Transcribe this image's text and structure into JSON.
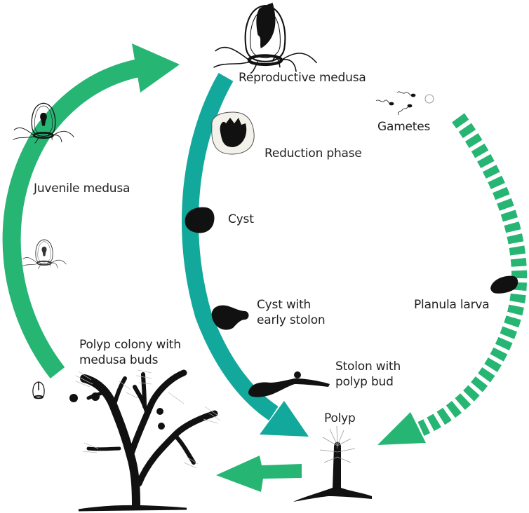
{
  "title": "Life cycle with reverse development (medusa to polyp)",
  "colors": {
    "green": "#27b574",
    "teal": "#12a89b",
    "ink": "#111111",
    "text": "#231f20"
  },
  "stages": {
    "reproductive_medusa": "Reproductive medusa",
    "gametes": "Gametes",
    "reduction_phase": "Reduction phase",
    "cyst": "Cyst",
    "cyst_early_stolon": [
      "Cyst with",
      "early stolon"
    ],
    "stolon_polyp_bud": [
      "Stolon with",
      "polyp bud"
    ],
    "polyp": "Polyp",
    "planula_larva": "Planula larva",
    "polyp_colony": [
      "Polyp colony with",
      "medusa buds"
    ],
    "juvenile_medusa": "Juvenile medusa"
  },
  "arrows": [
    {
      "name": "sexual-cycle",
      "from": "Reproductive medusa",
      "to": "Polyp",
      "via": "Gametes / Planula larva",
      "style": "dashed",
      "color": "green"
    },
    {
      "name": "reverse-development",
      "from": "Reproductive medusa",
      "to": "Polyp",
      "via": "Reduction phase / Cyst / Stolon",
      "style": "solid",
      "color": "teal"
    },
    {
      "name": "polyp-to-colony",
      "from": "Polyp",
      "to": "Polyp colony with medusa buds",
      "style": "solid",
      "color": "green"
    },
    {
      "name": "colony-to-medusa",
      "from": "Polyp colony with medusa buds",
      "to": "Reproductive medusa",
      "via": "Juvenile medusa",
      "style": "solid",
      "color": "green"
    }
  ]
}
